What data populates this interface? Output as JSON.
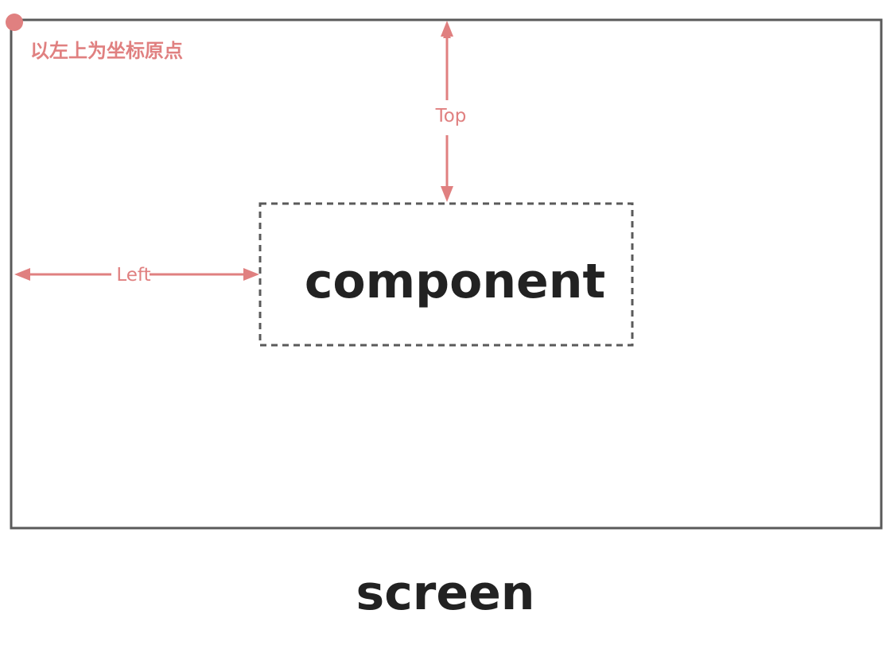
{
  "origin_note": "以左上为坐标原点",
  "top_label": "Top",
  "left_label": "Left",
  "component_label": "component",
  "screen_label": "screen",
  "colors": {
    "accent": "#e08080",
    "frame": "#5a5a5a",
    "text": "#222222"
  }
}
